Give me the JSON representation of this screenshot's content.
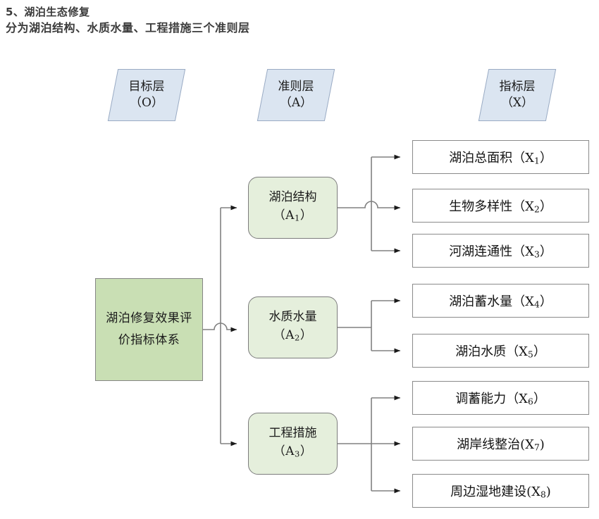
{
  "heading": {
    "line1": "5、湖泊生态修复",
    "line2": "分为湖泊结构、水质水量、工程措施三个准则层"
  },
  "colors": {
    "layer_header_fill": "#dbe5f1",
    "layer_header_border": "#9aabc4",
    "goal_fill": "#c9dfb4",
    "criteria_fill": "#e5efdc",
    "indicator_fill": "#ffffff",
    "line": "#808080",
    "text": "#1a1a1a",
    "heading_text": "#3b3b3b"
  },
  "layer_headers": [
    {
      "name": "goal-layer-header",
      "line1": "目标层",
      "line2": "（O）"
    },
    {
      "name": "criteria-layer-header",
      "line1": "准则层",
      "line2": "（A）"
    },
    {
      "name": "indicator-layer-header",
      "line1": "指标层",
      "line2": "（X）"
    }
  ],
  "goal": {
    "label": "湖泊修复效果评价指标体系",
    "code": "O"
  },
  "criteria": [
    {
      "label": "湖泊结构",
      "code": "（A",
      "sub": "1",
      "code_end": "）"
    },
    {
      "label": "水质水量",
      "code": "（A",
      "sub": "2",
      "code_end": "）"
    },
    {
      "label": "工程措施",
      "code": "（A",
      "sub": "3",
      "code_end": "）"
    }
  ],
  "indicators": [
    {
      "label": "湖泊总面积（X",
      "sub": "1",
      "label_end": "）",
      "group": 0
    },
    {
      "label": "生物多样性（X",
      "sub": "2",
      "label_end": "）",
      "group": 0
    },
    {
      "label": "河湖连通性（X",
      "sub": "3",
      "label_end": "）",
      "group": 0
    },
    {
      "label": "湖泊蓄水量（X",
      "sub": "4",
      "label_end": "）",
      "group": 1
    },
    {
      "label": "湖泊水质（X",
      "sub": "5",
      "label_end": "）",
      "group": 1
    },
    {
      "label": "调蓄能力（X",
      "sub": "6",
      "label_end": "）",
      "group": 2
    },
    {
      "label": "湖岸线整治(X",
      "sub": "7",
      "label_end": ")",
      "group": 2
    },
    {
      "label": "周边湿地建设(X",
      "sub": "8",
      "label_end": ")",
      "group": 2
    }
  ]
}
